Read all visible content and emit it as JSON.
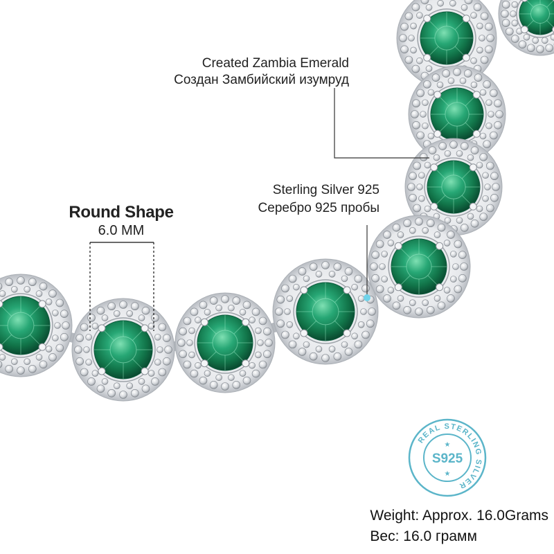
{
  "labels": {
    "emerald_en": "Created Zambia Emerald",
    "emerald_ru": "Создан Замбийский изумруд",
    "silver_en": "Sterling Silver 925",
    "silver_ru": "Серебро 925 пробы",
    "shape_title": "Round Shape",
    "shape_size": "6.0 MM"
  },
  "seal": {
    "center_text": "S925",
    "ring_text": "REAL STERLING SILVER",
    "color": "#5bb5c9"
  },
  "weight": {
    "en": "Weight:  Approx. 16.0Grams",
    "ru": "Вес: 16.0 грамм"
  },
  "colors": {
    "emerald": "#1f9a6a",
    "emerald_dark": "#0c5a3c",
    "silver": "#c9ccd1",
    "text": "#222222",
    "leader": "#333333"
  }
}
